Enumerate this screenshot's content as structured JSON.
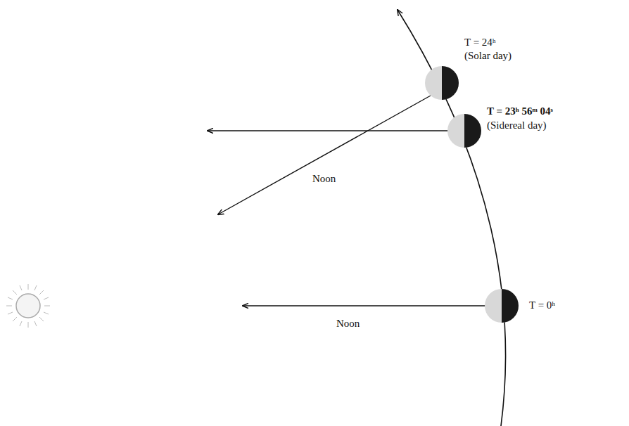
{
  "diagram": {
    "labels": [
      "T = 24ʰ",
      "(Solar day)",
      "T = 23ʰ 56ᵐ 04ˢ",
      "(Sidereal day)",
      "Noon",
      "T = 0ʰ",
      "Noon"
    ]
  }
}
